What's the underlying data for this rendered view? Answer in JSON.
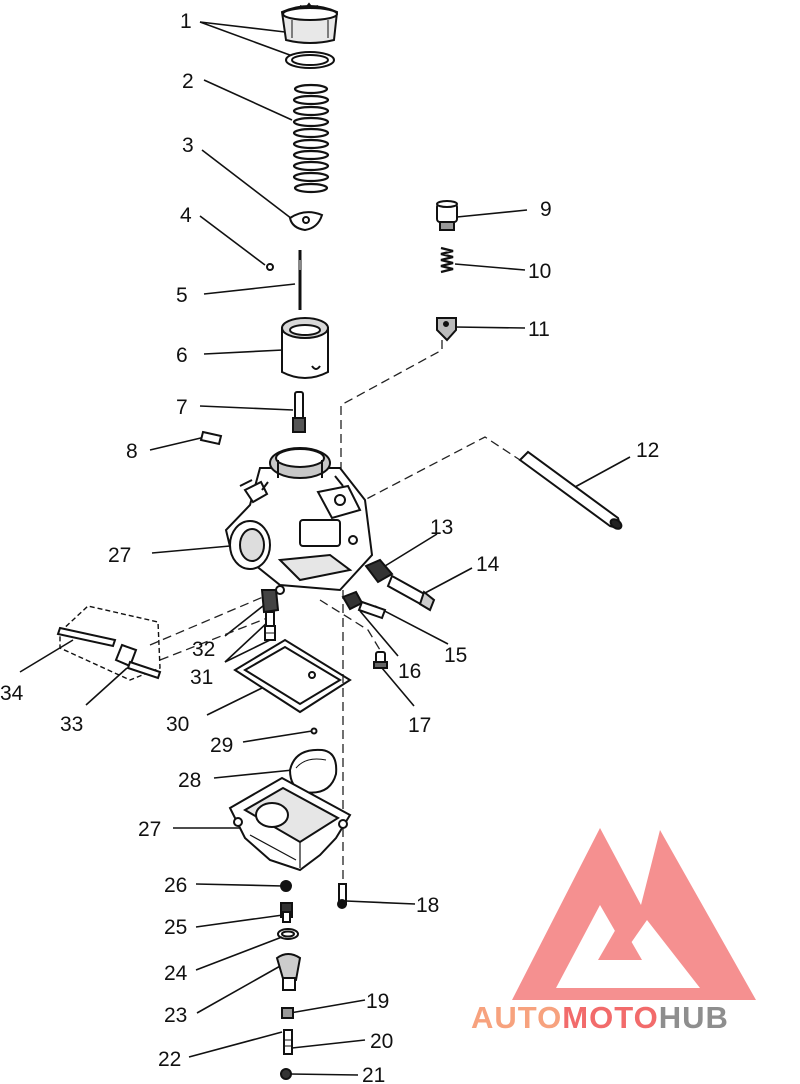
{
  "callouts": [
    {
      "n": "1"
    },
    {
      "n": "2"
    },
    {
      "n": "3"
    },
    {
      "n": "4"
    },
    {
      "n": "5"
    },
    {
      "n": "6"
    },
    {
      "n": "7"
    },
    {
      "n": "8"
    },
    {
      "n": "9"
    },
    {
      "n": "10"
    },
    {
      "n": "11"
    },
    {
      "n": "12"
    },
    {
      "n": "27"
    },
    {
      "n": "13"
    },
    {
      "n": "14"
    },
    {
      "n": "15"
    },
    {
      "n": "16"
    },
    {
      "n": "32"
    },
    {
      "n": "31"
    },
    {
      "n": "34"
    },
    {
      "n": "33"
    },
    {
      "n": "30"
    },
    {
      "n": "17"
    },
    {
      "n": "29"
    },
    {
      "n": "28"
    },
    {
      "n": "27"
    },
    {
      "n": "26"
    },
    {
      "n": "18"
    },
    {
      "n": "25"
    },
    {
      "n": "24"
    },
    {
      "n": "23"
    },
    {
      "n": "19"
    },
    {
      "n": "20"
    },
    {
      "n": "22"
    },
    {
      "n": "21"
    }
  ],
  "watermark": {
    "part_auto": "AUTO",
    "part_moto": "MOTO",
    "part_hub": "HUB",
    "colors": {
      "salmon": "#f7a27e",
      "red": "#f26b6b",
      "gray": "#8e8e8e"
    }
  }
}
